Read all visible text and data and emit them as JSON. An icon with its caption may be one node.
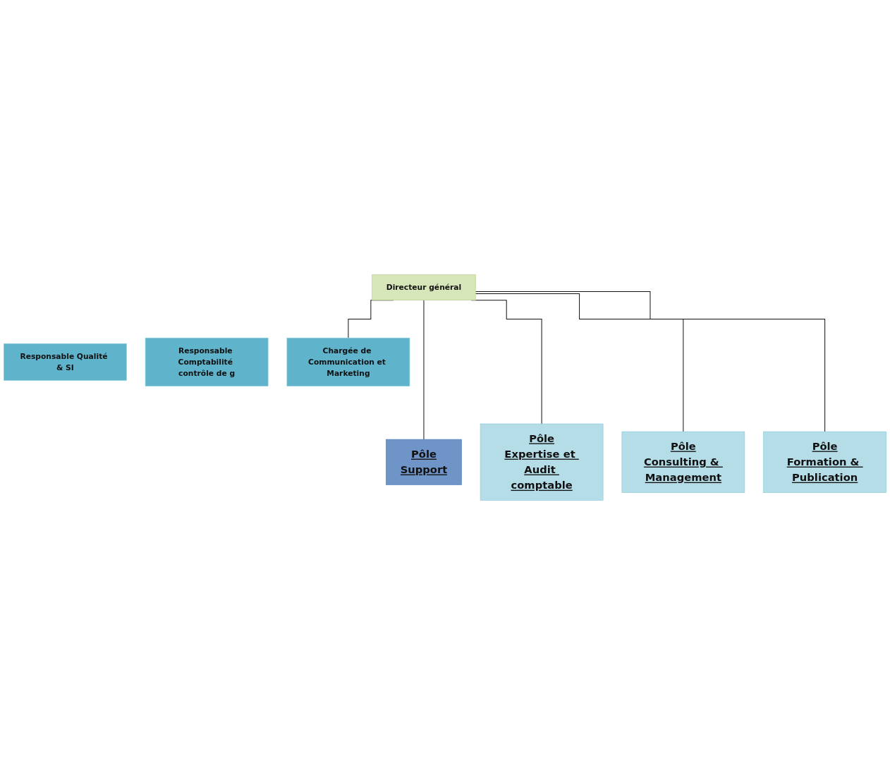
{
  "diagram": {
    "nodes": [
      {
        "text": [
          "Directeur général"
        ]
      },
      {
        "text": [
          "Responsable Qualité & SI"
        ]
      },
      {
        "text": [
          "Responsable Comptabilité contrôle de g"
        ]
      },
      {
        "text": [
          "Chargée de Communication et Marketing"
        ]
      },
      {
        "text": [
          "Pôle",
          "Support"
        ]
      },
      {
        "text": [
          "Pôle",
          "Expertise et Audit comptable"
        ]
      },
      {
        "text": [
          "Pôle",
          "Consulting & Management"
        ]
      },
      {
        "text": [
          "Pôle",
          "Formation & Publication"
        ]
      }
    ],
    "edges": [
      {
        "from": 0,
        "to": 3,
        "arrow": "none"
      },
      {
        "from": 0,
        "to": 4,
        "arrow": "none"
      },
      {
        "from": 0,
        "to": 5,
        "arrow": "none"
      },
      {
        "from": 0,
        "to": 6,
        "arrow": "none"
      },
      {
        "from": 0,
        "to": 7,
        "arrow": "none"
      }
    ]
  }
}
